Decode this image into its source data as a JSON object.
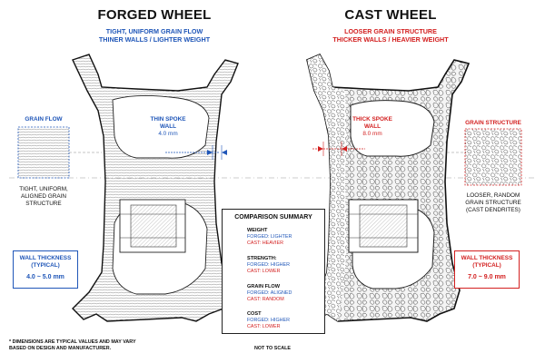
{
  "forged": {
    "title": "FORGED WHEEL",
    "subtitle": [
      "TIGHT, UNIFORM GRAIN FLOW",
      "THINER WALLS / LIGHTER WEIGHT"
    ],
    "spoke_label": [
      "THIN SPOKE",
      "WALL",
      "4.0 mm"
    ],
    "grain_box_title": "GRAIN FLOW",
    "grain_caption": [
      "TIGHT, UNIFORM,",
      "ALIGNED GRAIN",
      "STRUCTURE"
    ],
    "wall_box_title": [
      "WALL THICKNESS",
      "(TYPICAL)"
    ],
    "wall_box_value": "4.0 ~ 5.0 mm"
  },
  "cast": {
    "title": "CAST WHEEL",
    "subtitle": [
      "LOOSER GRAIN STRUCTURE",
      "THICKER WALLS / HEAVIER WEIGHT"
    ],
    "spoke_label": [
      "THICK SPOKE",
      "WALL",
      "8.0 mm"
    ],
    "grain_box_title": "GRAIN STRUCTURE",
    "grain_caption": [
      "LOOSER, RANDOM",
      "GRAIN STRUCTURE",
      "(CAST DENDRITES)"
    ],
    "wall_box_title": [
      "WALL THICKNESS",
      "(TYPICAL)"
    ],
    "wall_box_value": "7.0 ~ 9.0 mm"
  },
  "summary": {
    "title": "COMPARISON SUMMARY",
    "rows": [
      {
        "icon": "feather-icon",
        "label": "WEIGHT",
        "forged": "FORGED: LIGHTER",
        "cast": "CAST: HEAVIER"
      },
      {
        "icon": "shield-icon",
        "label": "STRENGTH:",
        "forged": "FORGED: HIGHER",
        "cast": "CAST: LOWER"
      },
      {
        "icon": "network-icon",
        "label": "GRAIN FLOW",
        "forged": "FORGED: ALIGNED",
        "cast": "CAST: RANDOM"
      },
      {
        "icon": "dollar-icon",
        "label": "COST",
        "forged": "FORGED: HIGHER",
        "cast": "CAST: LOWER"
      }
    ]
  },
  "footnote": [
    "* DIMENSIONS ARE TYPICAL VALUES AND MAY VARY",
    "BASED ON DESIGN AND MANUFACTURER."
  ],
  "not_to_scale": "NOT TO SCALE",
  "colors": {
    "forged": "#1f56b8",
    "cast": "#d32020"
  }
}
